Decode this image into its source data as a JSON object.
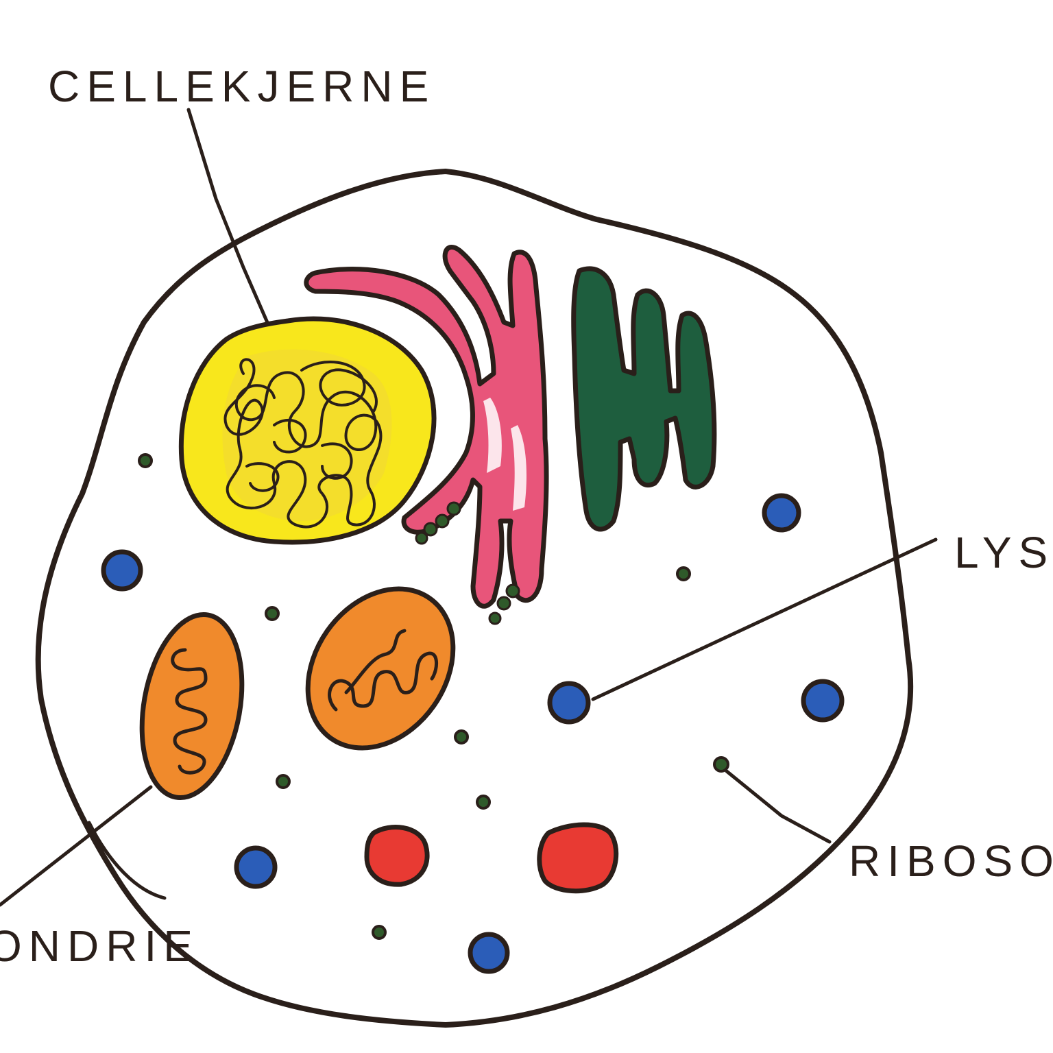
{
  "labels": {
    "nucleus": "CELLEKJERNE",
    "lysosome": "LYS",
    "ribosome": "RIBOSO",
    "mitochondrion": "ONDRIE"
  },
  "colors": {
    "ink": "#2a1f1a",
    "nucleus_fill": "#f8e71c",
    "er_fill": "#e8557a",
    "golgi_fill": "#1e5e3e",
    "mitochondria_fill": "#f08a2c",
    "lysosome_fill": "#2b5db8",
    "vesicle_fill": "#e83a33",
    "ribosome_fill": "#2f5a2a"
  },
  "icons": {
    "nucleus": "nucleus-icon",
    "er": "endoplasmic-reticulum-icon",
    "golgi": "golgi-apparatus-icon",
    "mitochondria": "mitochondrion-icon",
    "lysosome": "lysosome-icon",
    "vesicle": "vesicle-icon",
    "ribosome": "ribosome-icon"
  }
}
